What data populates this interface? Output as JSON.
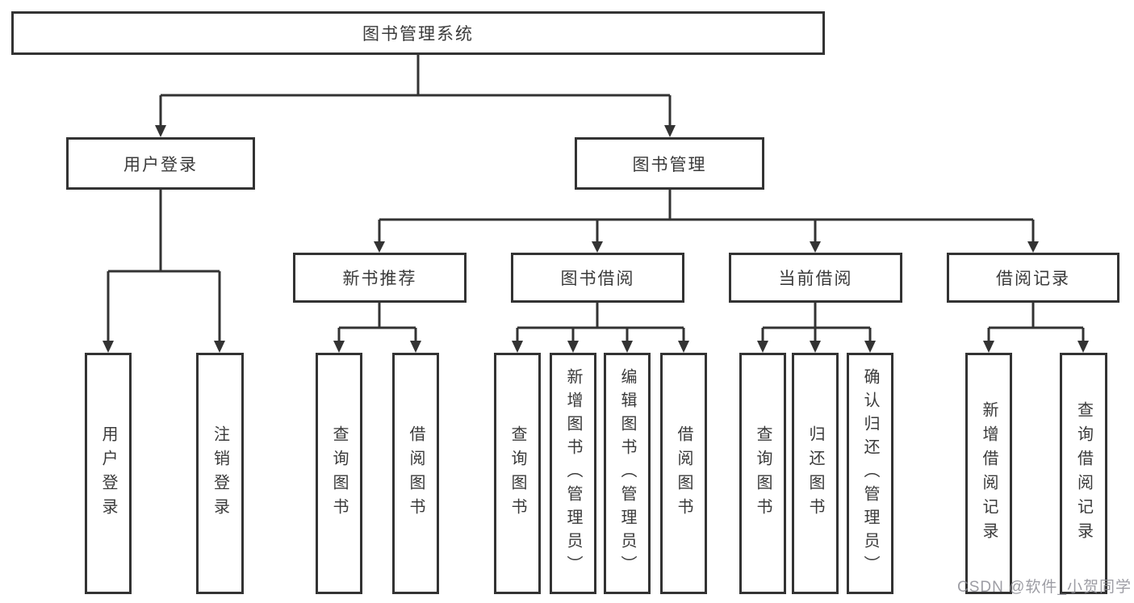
{
  "diagram": {
    "type": "hierarchy",
    "tree": {
      "label": "图书管理系统",
      "children": [
        {
          "label": "用户登录",
          "children": [
            {
              "label": "用户登录"
            },
            {
              "label": "注销登录"
            }
          ]
        },
        {
          "label": "图书管理",
          "children": [
            {
              "label": "新书推荐",
              "children": [
                {
                  "label": "查询图书"
                },
                {
                  "label": "借阅图书"
                }
              ]
            },
            {
              "label": "图书借阅",
              "children": [
                {
                  "label": "查询图书"
                },
                {
                  "label": "新增图书（管理员）"
                },
                {
                  "label": "编辑图书（管理员）"
                },
                {
                  "label": "借阅图书"
                }
              ]
            },
            {
              "label": "当前借阅",
              "children": [
                {
                  "label": "查询图书"
                },
                {
                  "label": "归还图书"
                },
                {
                  "label": "确认归还（管理员）"
                }
              ]
            },
            {
              "label": "借阅记录",
              "children": [
                {
                  "label": "新增借阅记录"
                },
                {
                  "label": "查询借阅记录"
                }
              ]
            }
          ]
        }
      ]
    }
  },
  "watermark": {
    "text": "CSDN @软件_小贺同学"
  },
  "colors": {
    "line": "#333333",
    "box_border": "#333333",
    "text": "#3a3a3a",
    "background": "#ffffff",
    "watermark": "#8c8c94"
  }
}
